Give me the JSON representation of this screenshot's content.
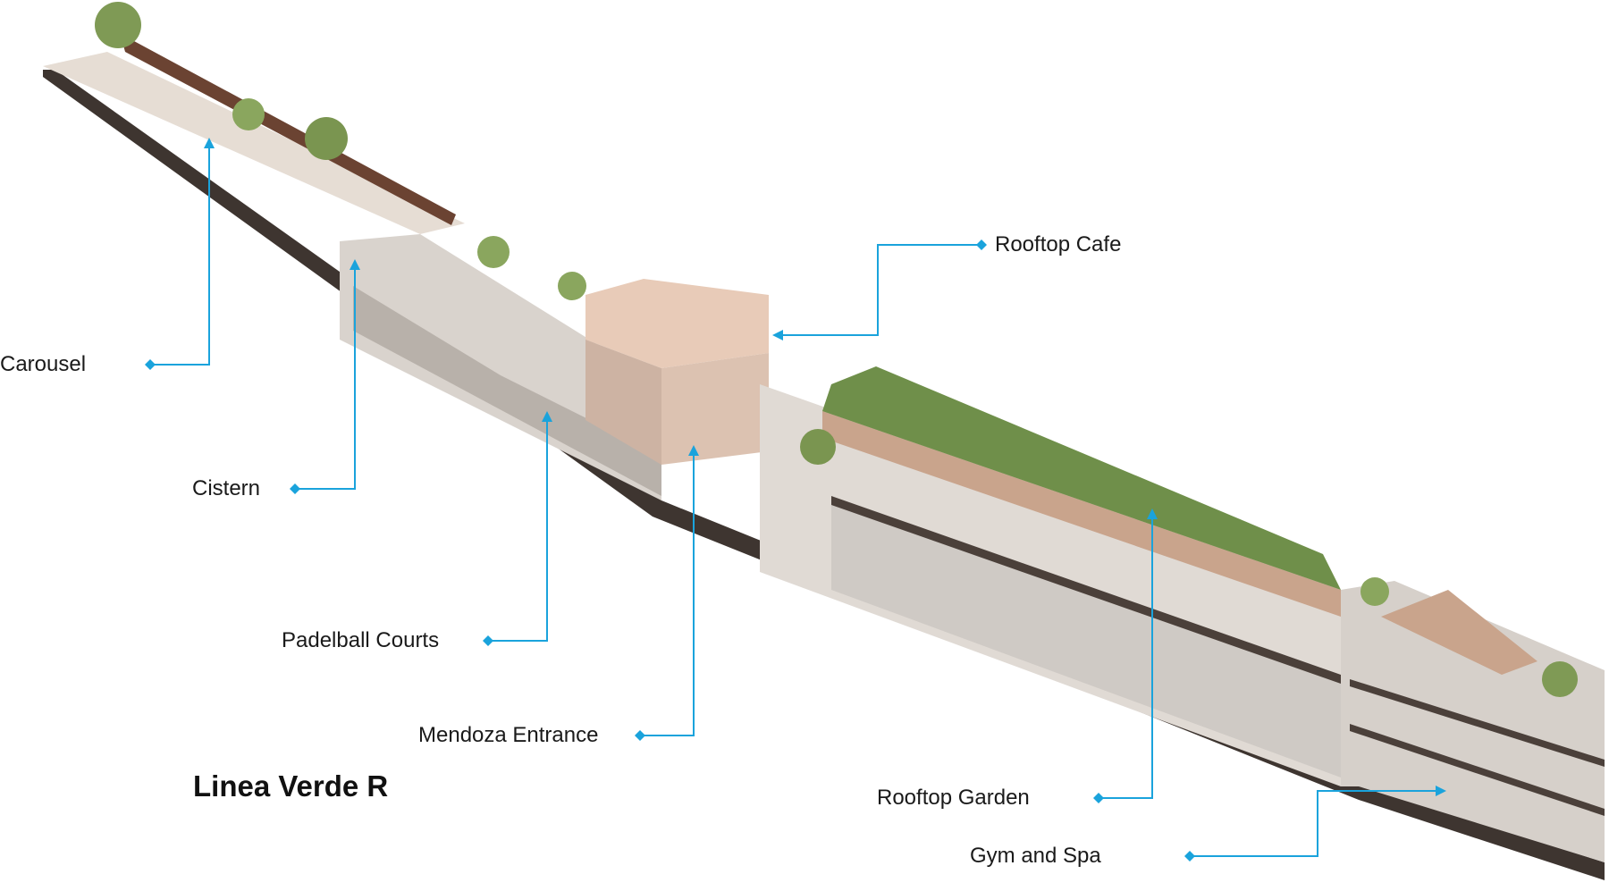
{
  "title": "Linea Verde R",
  "colors": {
    "callout": "#1aa3dc",
    "label_text": "#1a1a1a",
    "plaza": "#e6ddd4",
    "wall_brick": "#6b4332",
    "concrete": "#cfc7bf",
    "slab_dark": "#4b403a",
    "foliage": "#6f8f4a",
    "foliage_light": "#9db46e",
    "pavilion_wood": "#e8cbb8",
    "pergola": "#c9a48c",
    "interior_floor": "#d8d4d0",
    "glass": "#eef1f2"
  },
  "callouts": [
    {
      "id": "carousel",
      "label": "Carousel"
    },
    {
      "id": "cistern",
      "label": "Cistern"
    },
    {
      "id": "padelball",
      "label": "Padelball Courts"
    },
    {
      "id": "mendoza",
      "label": "Mendoza Entrance"
    },
    {
      "id": "rooftop-cafe",
      "label": "Rooftop Cafe"
    },
    {
      "id": "rooftop-garden",
      "label": "Rooftop Garden"
    },
    {
      "id": "gym-spa",
      "label": "Gym and Spa"
    }
  ]
}
